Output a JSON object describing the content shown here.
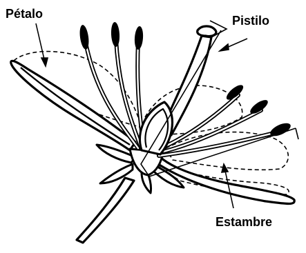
{
  "diagram": {
    "labels": {
      "petal": "Pétalo",
      "pistil": "Pistilo",
      "stamen": "Estambre"
    },
    "colors": {
      "ink": "#000000",
      "paper": "#ffffff"
    }
  }
}
